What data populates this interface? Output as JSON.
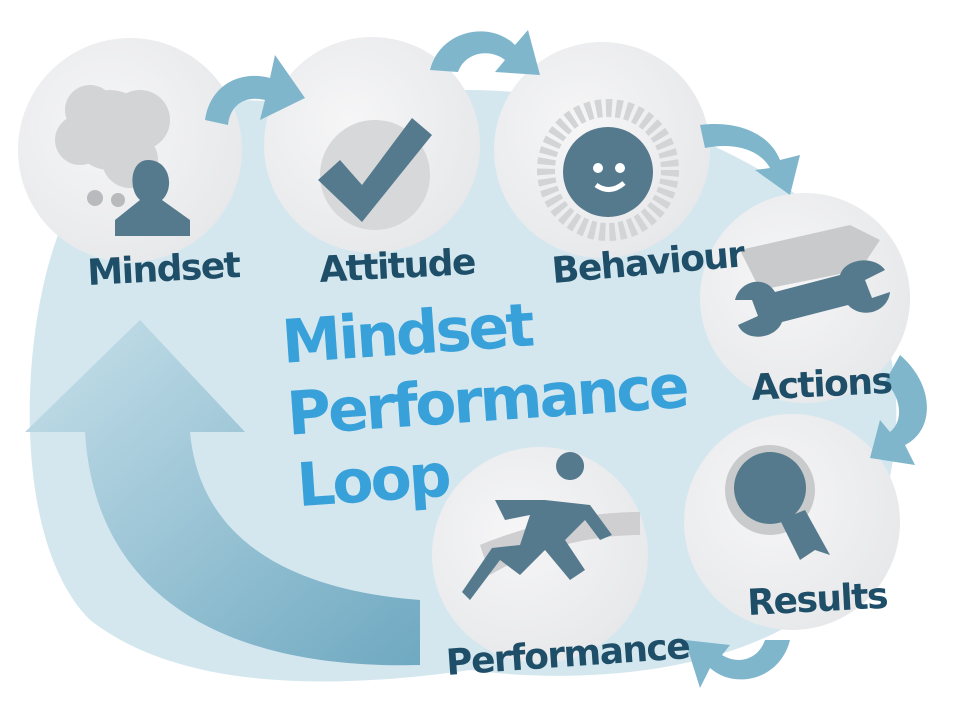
{
  "title": {
    "line1": "Mindset",
    "line2": "Performance",
    "line3": "Loop"
  },
  "stages": [
    {
      "label": "Mindset",
      "icon": "head-thought-icon"
    },
    {
      "label": "Attitude",
      "icon": "checkmark-icon"
    },
    {
      "label": "Behaviour",
      "icon": "smiley-gauge-icon"
    },
    {
      "label": "Actions",
      "icon": "wrench-icon"
    },
    {
      "label": "Results",
      "icon": "award-ribbon-icon"
    },
    {
      "label": "Performance",
      "icon": "sprinter-icon"
    }
  ],
  "colors": {
    "blob": "#d4e7ef",
    "arrow": "#7fb6cc",
    "circle": "#efeff0",
    "icon": "#557a8d",
    "label": "#1f4f68",
    "title": "#39a1da"
  }
}
